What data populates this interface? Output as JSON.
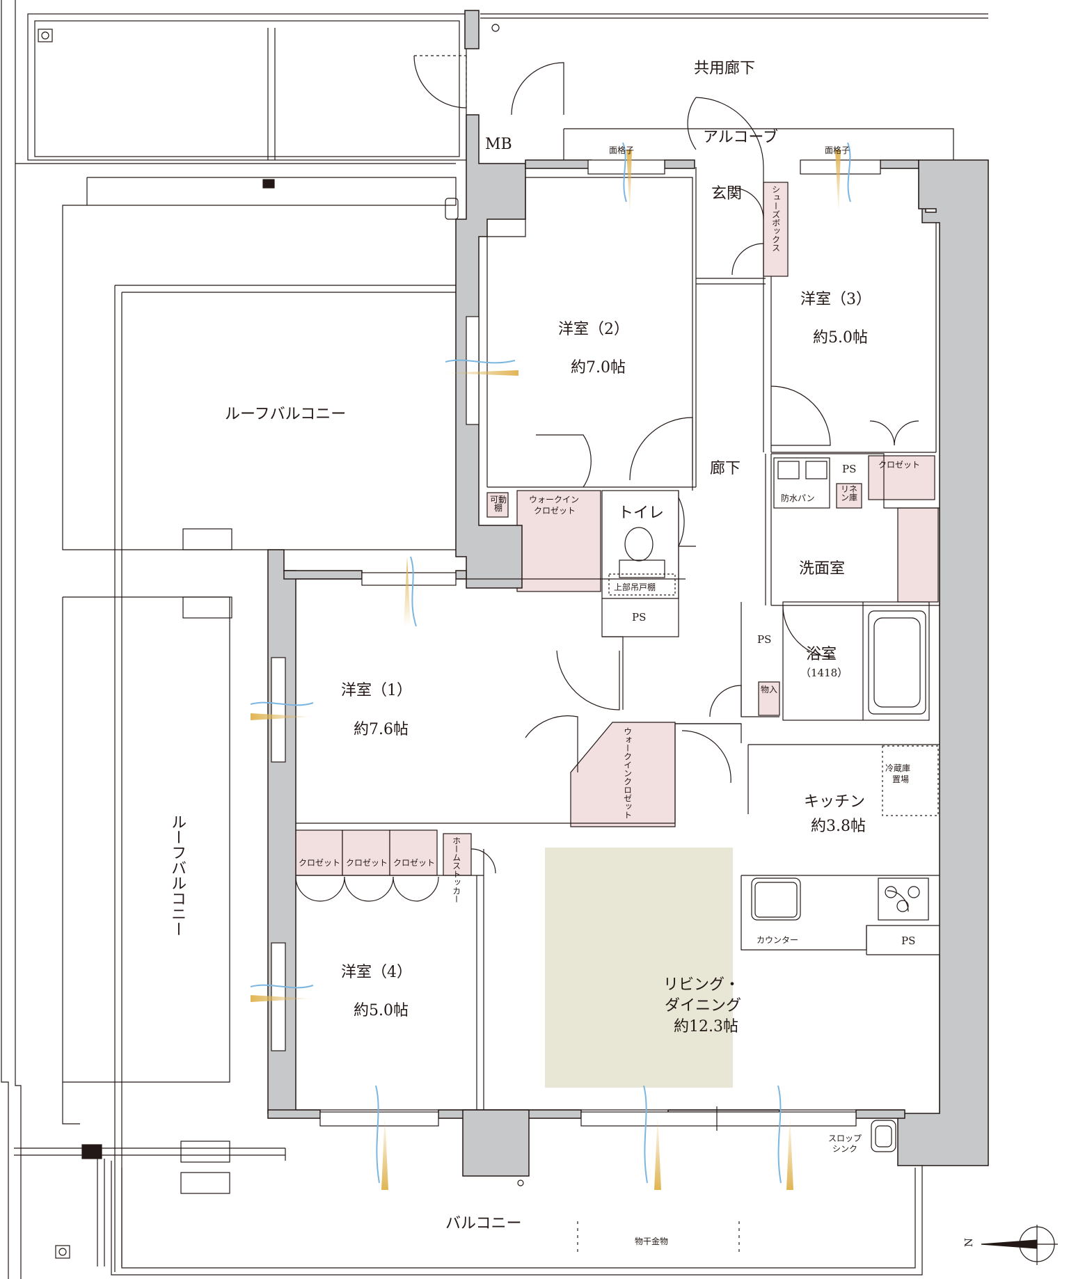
{
  "common": {
    "corridor": "共用廊下",
    "alcove": "アルコーブ",
    "mb": "MB",
    "lattice_left": "面格子",
    "lattice_right": "面格子"
  },
  "entrance": {
    "genkan": "玄関",
    "shoe_box": "シューズボックス"
  },
  "rooms": {
    "room2": {
      "name": "洋室（2）",
      "size": "約7.0帖"
    },
    "room3": {
      "name": "洋室（3）",
      "size": "約5.0帖"
    },
    "room1": {
      "name": "洋室（1）",
      "size": "約7.6帖"
    },
    "room4": {
      "name": "洋室（4）",
      "size": "約5.0帖"
    },
    "living": {
      "name_line1": "リビング・",
      "name_line2": "ダイニング",
      "size": "約12.3帖"
    },
    "kitchen": {
      "name": "キッチン",
      "size": "約3.8帖"
    },
    "hallway": "廊下",
    "toilet": "トイレ",
    "washroom": "洗面室",
    "bath": {
      "name": "浴室",
      "spec": "（1418）"
    }
  },
  "storage": {
    "movable_shelf": "可動棚",
    "wic_line1": "ウォークイン",
    "wic_line2": "クロゼット",
    "wic_vertical": "ウォークインクロゼット",
    "upper_shelf": "上部吊戸棚",
    "closet": "クロゼット",
    "linen": "リネン庫",
    "waterproof_pan": "防水パン",
    "storage_mono": "物入",
    "home_stocker": "ホームストッカー",
    "fridge_line1": "冷蔵庫",
    "fridge_line2": "置場",
    "counter": "カウンター",
    "ps": "PS",
    "slop_sink_line1": "スロップ",
    "slop_sink_line2": "シンク"
  },
  "outdoor": {
    "roof_balcony_top": "ルーフバルコニー",
    "roof_balcony_left": "ルーフバルコニー",
    "balcony": "バルコニー",
    "clothes_hanger": "物干金物"
  },
  "compass": "N",
  "colors": {
    "wall": "#c7c8c9",
    "wall_stroke": "#231815",
    "storage_fill": "#f2e0e0",
    "living_fill": "#e8e6d4",
    "wind_blue": "#7ab6e0",
    "wind_gold": "#e0b555",
    "line": "#231815"
  }
}
